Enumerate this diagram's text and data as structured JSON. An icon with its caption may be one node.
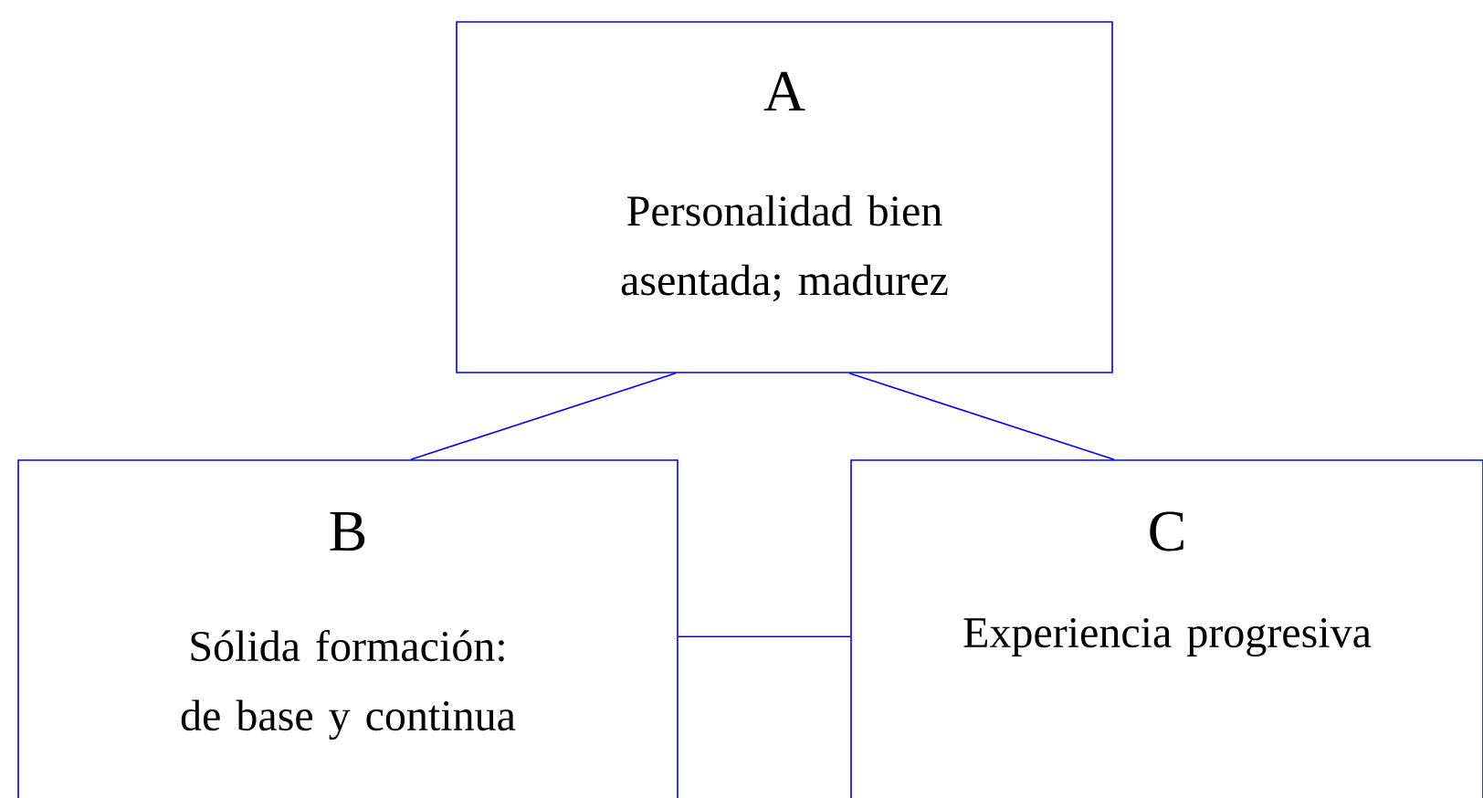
{
  "diagram": {
    "nodes": [
      {
        "text": [
          "A",
          "Personalidad bien asentada; madurez"
        ]
      },
      {
        "text": [
          "B",
          "Sólida formación: de base y continua"
        ]
      },
      {
        "text": [
          "C",
          "Experiencia progresiva"
        ]
      }
    ],
    "edges": [
      {
        "from": 0,
        "to": 1,
        "arrow": "none"
      },
      {
        "from": 0,
        "to": 2,
        "arrow": "none"
      },
      {
        "from": 1,
        "to": 2,
        "arrow": "none"
      }
    ]
  }
}
